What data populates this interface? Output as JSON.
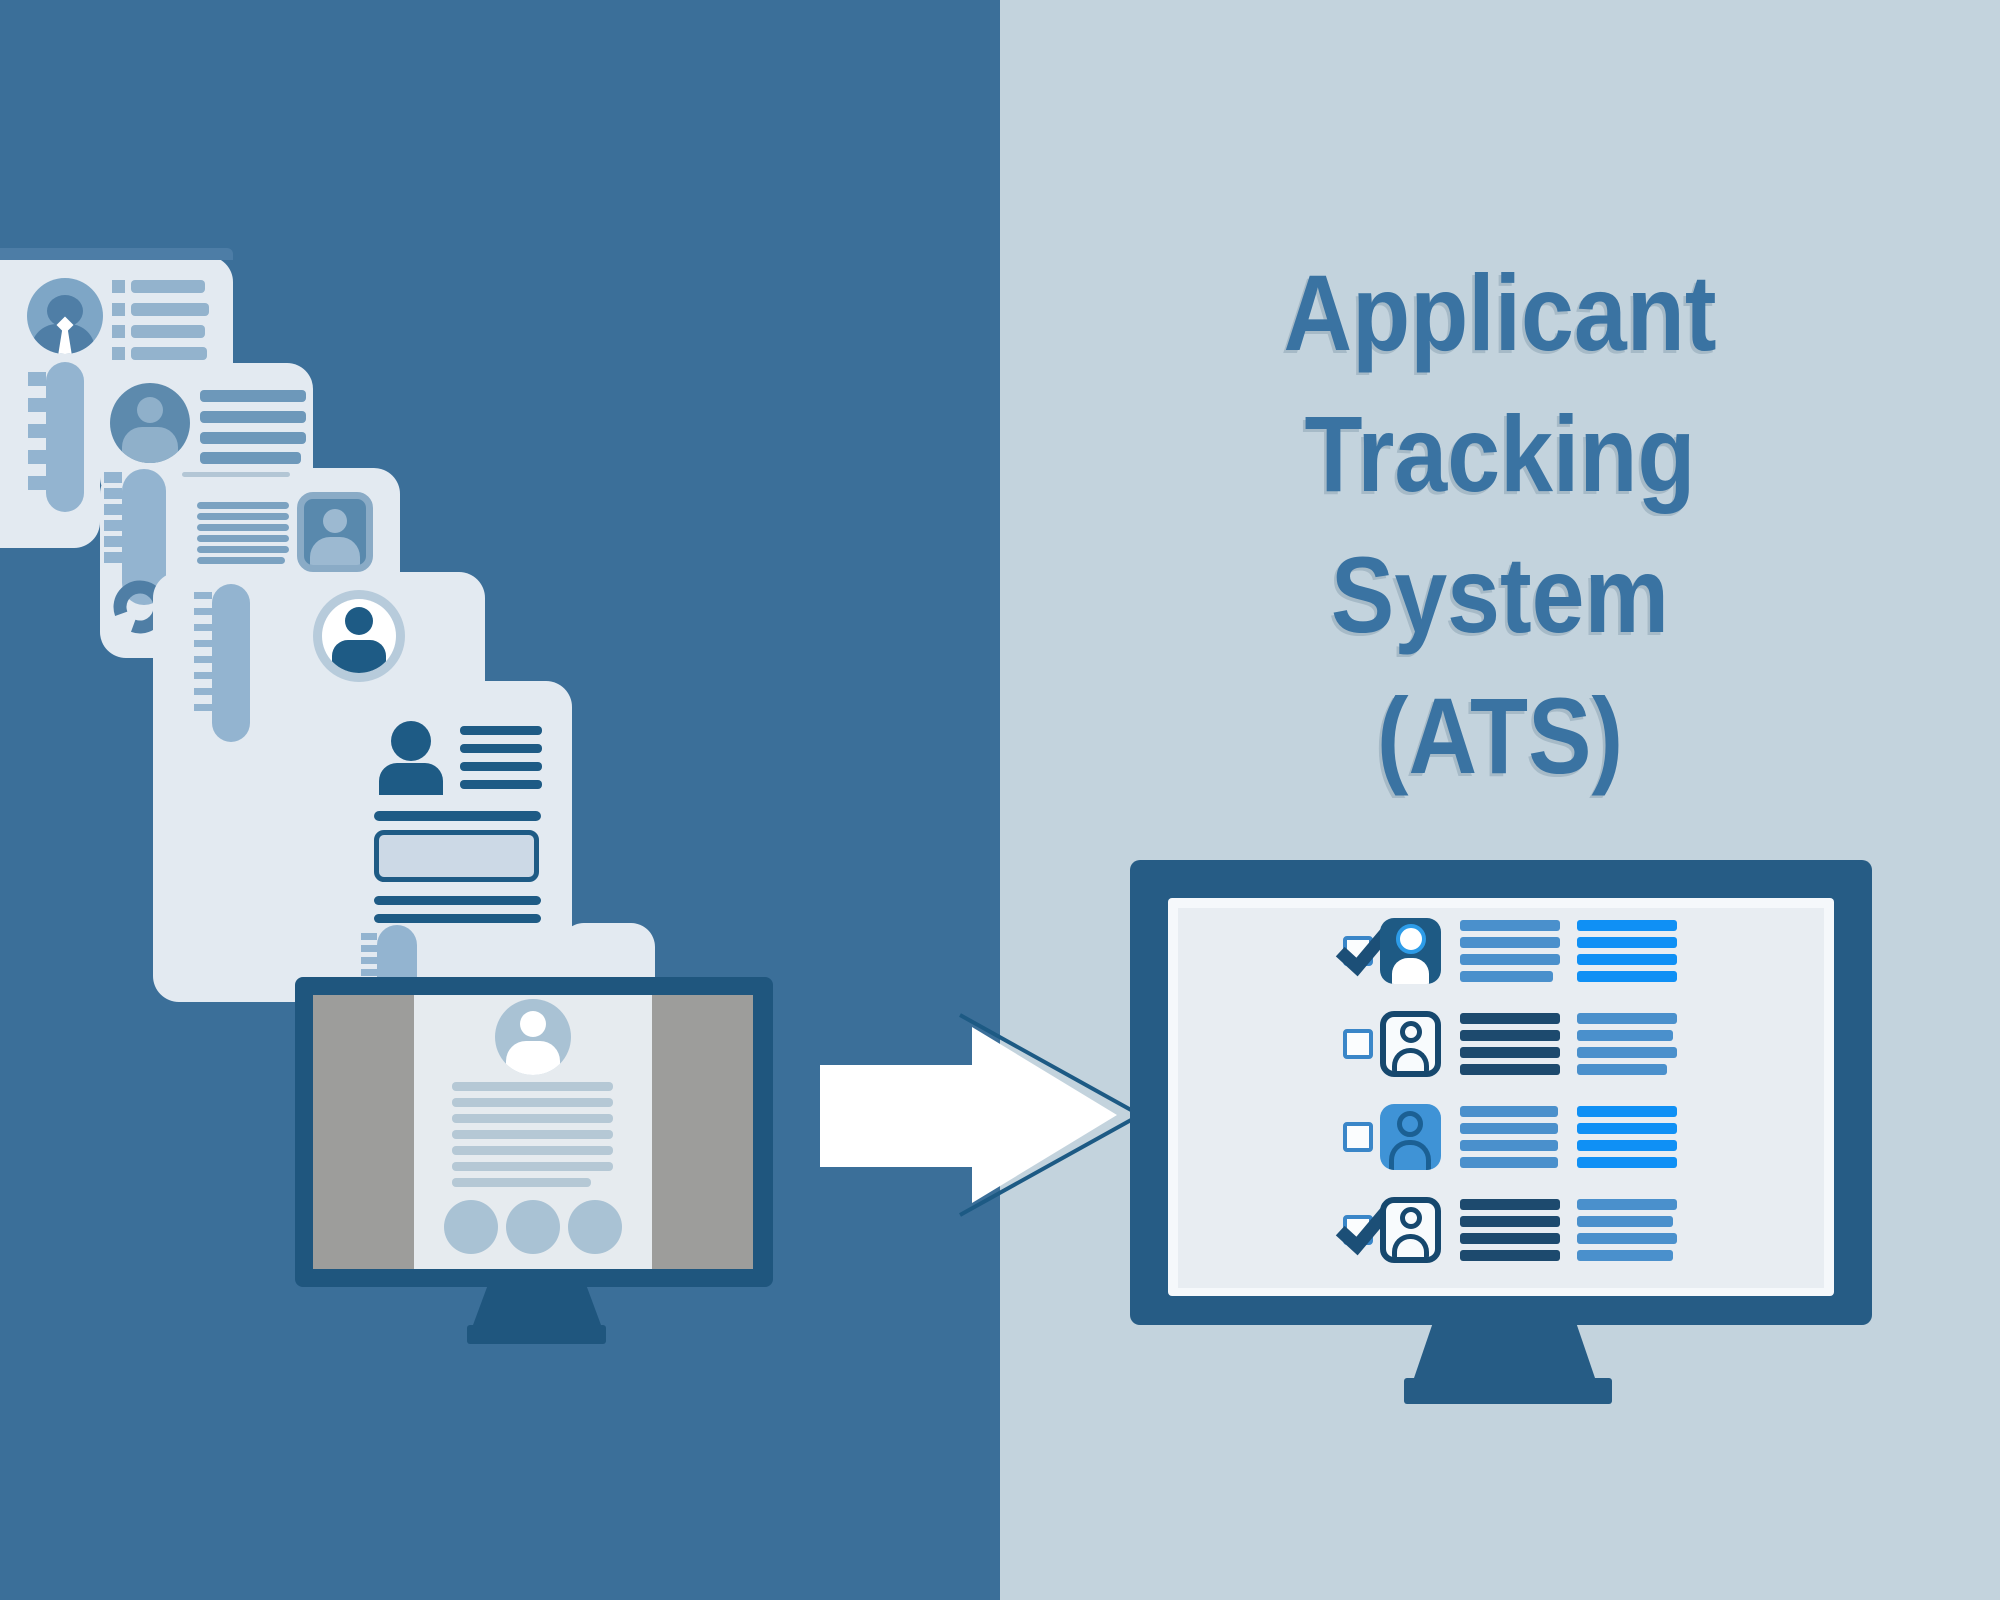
{
  "title": {
    "lines": [
      "Applicant",
      "Tracking",
      "System",
      "(ATS)"
    ]
  },
  "colors": {
    "bg_left": "#3b6f99",
    "bg_right": "#c3d3dd",
    "paper": "#e3eaf1",
    "paper_topbar": "#4d7da6",
    "binding": "#93b4d0",
    "ink": "#1e5b85",
    "title_text": "#3a73a2",
    "c1_avatar_bg": "#7ea6c6",
    "c1_person": "#4f7ea6",
    "c1_bar": "#93b3cd",
    "c2_avatar_bg": "#5d8aad",
    "c2_person": "#8fb0ca",
    "c2_bar": "#6d98ba",
    "divider": "#b3c6d5",
    "c3_bar": "#7ba2c1",
    "c3_photo_border": "#8aabc6",
    "c3_photo_bg": "#5989ad",
    "c3_photo_person": "#9cb9d1",
    "hook": "#4f7ea5",
    "ring_avatar_ring": "#b7cbdb",
    "box_fill": "#ccd9e6",
    "monitor_left_frame": "#1f567e",
    "monitor_gray": "#9d9d9b",
    "monitor_page": "#e6ebef",
    "page_avatar": "#a9c2d4",
    "page_bar": "#b5c8d5",
    "monitor_right_frame": "#265c85",
    "screen_inset": "#f5f8fb",
    "screen": "#e8edf2",
    "checkbox_border": "#3a86c8",
    "check": "#1c4f77",
    "avatar_filled_bg": "#1e5a84",
    "avatar_head_ring": "#2d9ce8",
    "avatar_outline": "#16486e",
    "avatar_blue_bg": "#3f93d6",
    "avatar_blue_person": "#1b6094",
    "bar_medium": "#4a90cc",
    "bar_bright": "#0f90f5",
    "bar_dark": "#1d4a6e",
    "arrow_fill": "#ffffff",
    "arrow_outline": "#1d5a84"
  },
  "ats": {
    "rows": [
      {
        "checked": true,
        "avatar_style": "filled-dark",
        "col1_color": "medium",
        "col2_color": "bright",
        "col1_widths": [
          100,
          100,
          100,
          93
        ],
        "col2_widths": [
          100,
          100,
          100,
          100
        ]
      },
      {
        "checked": false,
        "avatar_style": "outline",
        "col1_color": "dark",
        "col2_color": "medium",
        "col1_widths": [
          100,
          100,
          100,
          100
        ],
        "col2_widths": [
          100,
          96,
          100,
          90
        ]
      },
      {
        "checked": false,
        "avatar_style": "filled-blue",
        "col1_color": "medium",
        "col2_color": "bright",
        "col1_widths": [
          98,
          98,
          98,
          98
        ],
        "col2_widths": [
          100,
          100,
          100,
          100
        ]
      },
      {
        "checked": true,
        "avatar_style": "outline",
        "col1_color": "dark",
        "col2_color": "medium",
        "col1_widths": [
          100,
          100,
          100,
          100
        ],
        "col2_widths": [
          100,
          96,
          100,
          96
        ]
      }
    ]
  }
}
